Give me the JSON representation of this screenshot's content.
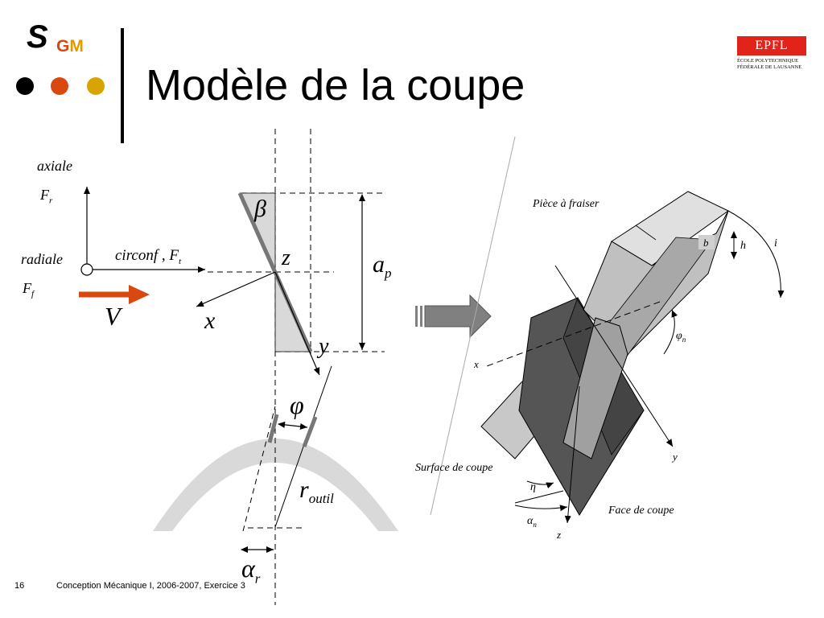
{
  "header": {
    "logo": {
      "s": "S",
      "g": "G",
      "m": "M",
      "dot_colors": [
        "#000000",
        "#d9480f",
        "#d9a300"
      ]
    },
    "title": "Modèle de la coupe",
    "institution": {
      "word": "EPFL",
      "line1": "ÉCOLE POLYTECHNIQUE",
      "line2": "FÉDÉRALE DE LAUSANNE"
    }
  },
  "left_diagram": {
    "axis_axiale": "axiale",
    "axis_fr": "F",
    "axis_fr_sub": "r",
    "axis_radiale": "radiale",
    "axis_ff": "F",
    "axis_ff_sub": "f",
    "circonf": "circonf ,",
    "ft": "F",
    "ft_sub": "t",
    "velocity": "V",
    "beta": "β",
    "z": "z",
    "x": "x",
    "y": "y",
    "ap": "a",
    "ap_sub": "p",
    "phi": "φ",
    "r_outil": "r",
    "r_outil_sub": "outil",
    "alpha_r": "α",
    "alpha_r_sub": "r"
  },
  "right_diagram": {
    "piece": "Pièce à fraiser",
    "b": "b",
    "h": "h",
    "i": "i",
    "phi_n": "φ",
    "phi_n_sub": "n",
    "x": "x",
    "y": "y",
    "z": "z",
    "surface_coupe": "Surface de coupe",
    "face_coupe": "Face de coupe",
    "eta": "η",
    "alpha_n": "α",
    "alpha_n_sub": "n"
  },
  "footer": {
    "page": "16",
    "text": "Conception Mécanique I, 2006-2007, Exercice 3"
  },
  "colors": {
    "accent_red": "#d9480f",
    "arrow_gray": "#808080",
    "shade_gray": "#d9d9d9"
  }
}
